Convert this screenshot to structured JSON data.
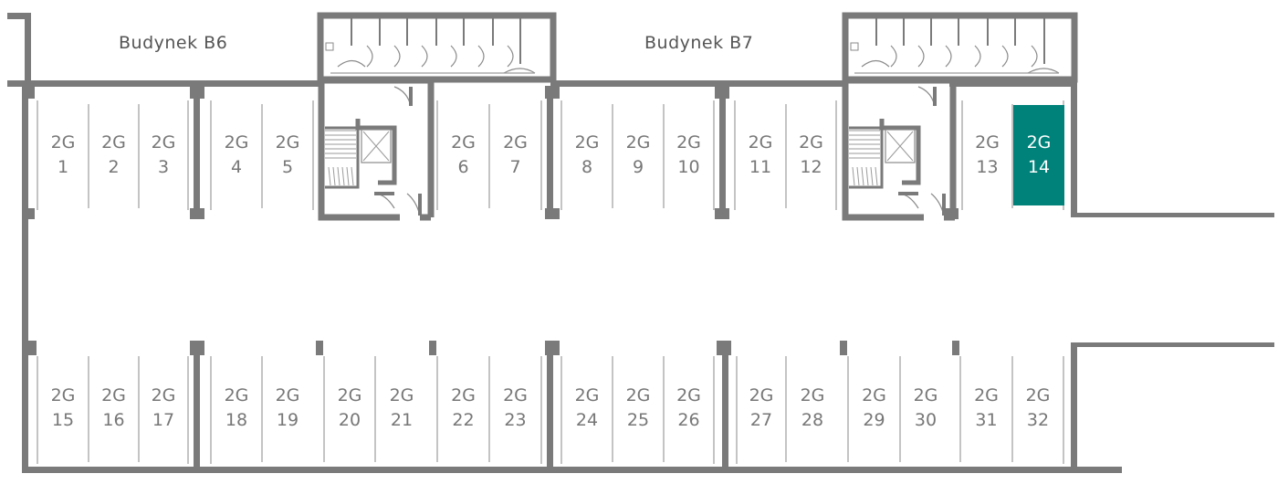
{
  "buildings": [
    {
      "label": "Budynek B6"
    },
    {
      "label": "Budynek B7"
    }
  ],
  "spots": [
    {
      "level": "2G",
      "number": "1",
      "selected": false
    },
    {
      "level": "2G",
      "number": "2",
      "selected": false
    },
    {
      "level": "2G",
      "number": "3",
      "selected": false
    },
    {
      "level": "2G",
      "number": "4",
      "selected": false
    },
    {
      "level": "2G",
      "number": "5",
      "selected": false
    },
    {
      "level": "2G",
      "number": "6",
      "selected": false
    },
    {
      "level": "2G",
      "number": "7",
      "selected": false
    },
    {
      "level": "2G",
      "number": "8",
      "selected": false
    },
    {
      "level": "2G",
      "number": "9",
      "selected": false
    },
    {
      "level": "2G",
      "number": "10",
      "selected": false
    },
    {
      "level": "2G",
      "number": "11",
      "selected": false
    },
    {
      "level": "2G",
      "number": "12",
      "selected": false
    },
    {
      "level": "2G",
      "number": "13",
      "selected": false
    },
    {
      "level": "2G",
      "number": "14",
      "selected": true
    },
    {
      "level": "2G",
      "number": "15",
      "selected": false
    },
    {
      "level": "2G",
      "number": "16",
      "selected": false
    },
    {
      "level": "2G",
      "number": "17",
      "selected": false
    },
    {
      "level": "2G",
      "number": "18",
      "selected": false
    },
    {
      "level": "2G",
      "number": "19",
      "selected": false
    },
    {
      "level": "2G",
      "number": "20",
      "selected": false
    },
    {
      "level": "2G",
      "number": "21",
      "selected": false
    },
    {
      "level": "2G",
      "number": "22",
      "selected": false
    },
    {
      "level": "2G",
      "number": "23",
      "selected": false
    },
    {
      "level": "2G",
      "number": "24",
      "selected": false
    },
    {
      "level": "2G",
      "number": "25",
      "selected": false
    },
    {
      "level": "2G",
      "number": "26",
      "selected": false
    },
    {
      "level": "2G",
      "number": "27",
      "selected": false
    },
    {
      "level": "2G",
      "number": "28",
      "selected": false
    },
    {
      "level": "2G",
      "number": "29",
      "selected": false
    },
    {
      "level": "2G",
      "number": "30",
      "selected": false
    },
    {
      "level": "2G",
      "number": "31",
      "selected": false
    },
    {
      "level": "2G",
      "number": "32",
      "selected": false
    }
  ],
  "colors": {
    "wall": "#7a7a7a",
    "divider": "#c4c4c4",
    "selected": "#00827a",
    "text": "#777777"
  }
}
